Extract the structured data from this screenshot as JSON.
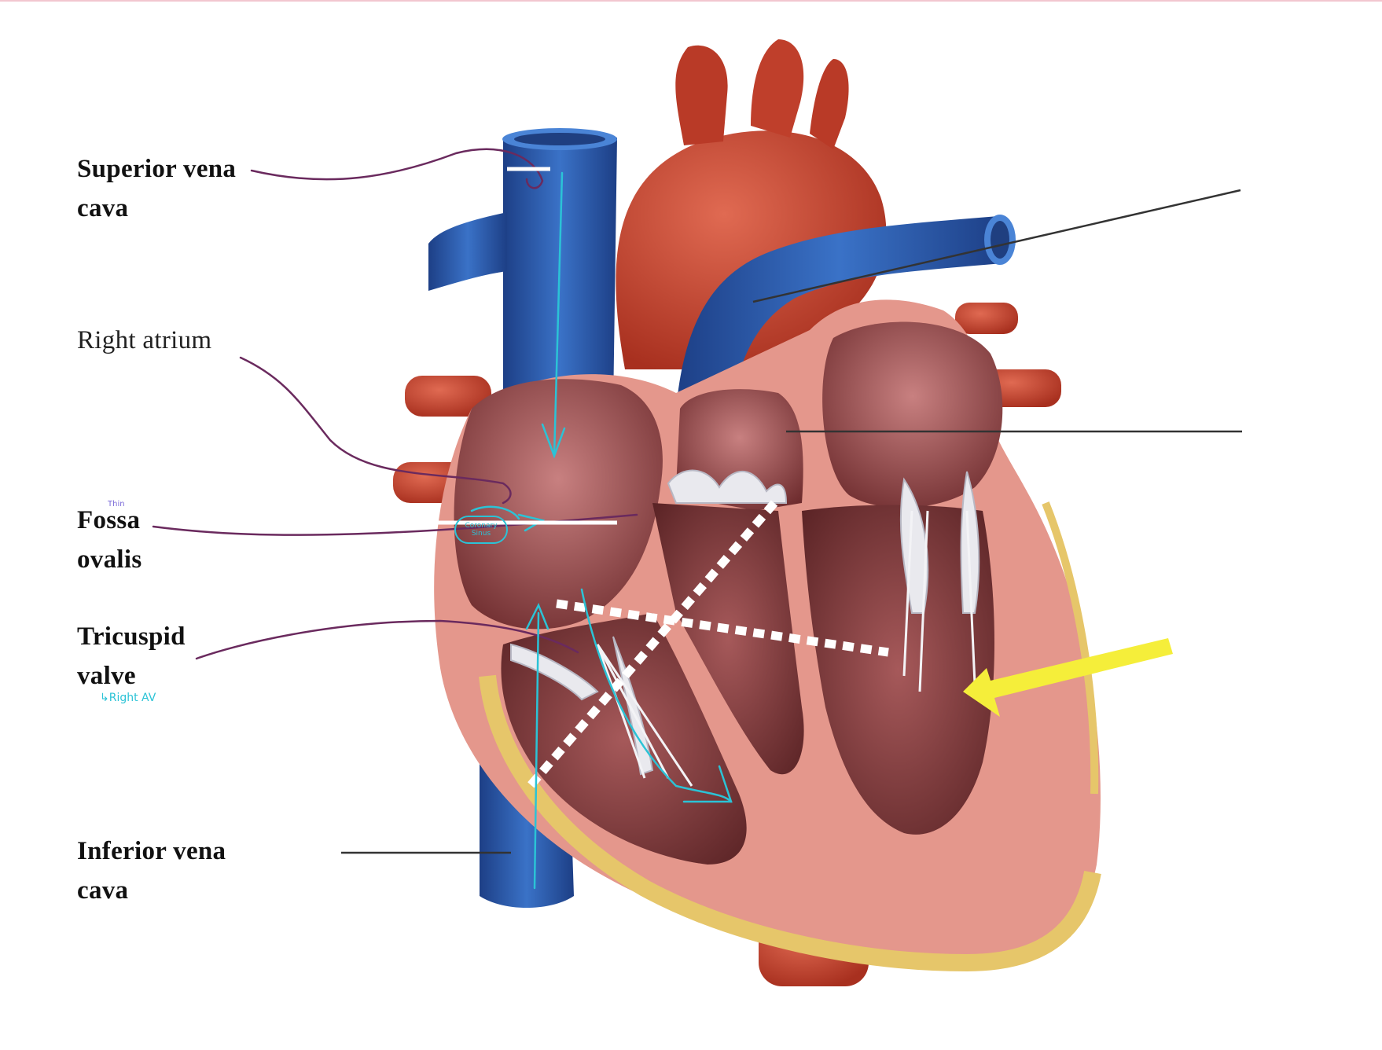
{
  "labels": {
    "superior_vena_cava": [
      "Superior vena",
      "cava"
    ],
    "right_atrium": "Right atrium",
    "fossa_ovalis": [
      "Fossa",
      "ovalis"
    ],
    "tricuspid_valve": [
      "Tricuspid",
      "valve"
    ],
    "inferior_vena_cava": [
      "Inferior vena",
      "cava"
    ]
  },
  "handwritten_notes": {
    "thin": "Thin",
    "coronary_sinus": "Coronary Sinus",
    "right_av": "↳Right AV"
  },
  "colors": {
    "vein_blue": "#2f5fb0",
    "artery_red": "#c8412f",
    "myocardium": "#e8998f",
    "cavity": "#8c3b3a",
    "fat_yellow": "#e6c66a",
    "annotation_purple": "#6a2a5e",
    "annotation_cyan": "#2bc3d6",
    "arrow_yellow": "#f5ee3a",
    "leader_line": "#333333"
  }
}
